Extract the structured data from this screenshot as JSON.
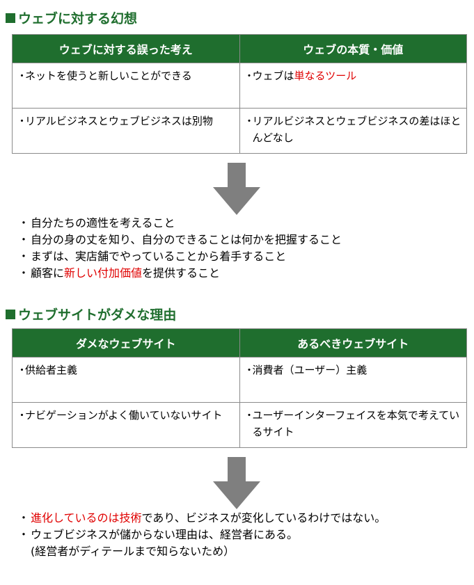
{
  "section1": {
    "title": "ウェブに対する幻想",
    "headers": [
      "ウェブに対する誤った考え",
      "ウェブの本質・価値"
    ],
    "rows": [
      {
        "left": "ネットを使うと新しいことができる",
        "right_pre": "ウェブは",
        "right_hl": "単なるツール",
        "right_post": ""
      },
      {
        "left": "リアルビジネスとウェブビジネスは別物",
        "right_pre": "リアルビジネスとウェブビジネスの差はほとんどなし",
        "right_hl": "",
        "right_post": ""
      }
    ],
    "notes": [
      {
        "pre": "自分たちの適性を考えること",
        "hl": "",
        "post": ""
      },
      {
        "pre": "自分の身の丈を知り、自分のできることは何かを把握すること",
        "hl": "",
        "post": ""
      },
      {
        "pre": "まずは、実店舗でやっていることから着手すること",
        "hl": "",
        "post": ""
      },
      {
        "pre": "顧客に",
        "hl": "新しい付加価値",
        "post": "を提供すること"
      }
    ]
  },
  "section2": {
    "title": "ウェブサイトがダメな理由",
    "headers": [
      "ダメなウェブサイト",
      "あるべきウェブサイト"
    ],
    "rows": [
      {
        "left": "供給者主義",
        "right": "消費者（ユーザー）主義"
      },
      {
        "left": "ナビゲーションがよく働いていないサイト",
        "right": "ユーザーインターフェイスを本気で考えているサイト"
      }
    ],
    "notes": [
      {
        "pre": "",
        "hl": "進化しているのは技術",
        "post": "であり、ビジネスが変化しているわけではない。"
      },
      {
        "pre": "ウェブビジネスが儲からない理由は、経営者にある。",
        "hl": "",
        "post": ""
      }
    ],
    "footnote": "(経営者がディテールまで知らないため）"
  },
  "bullet_char": "・",
  "colors": {
    "header_green": "#1f6e2e",
    "highlight_red": "#e00000",
    "arrow_gray": "#7f7f7f"
  }
}
